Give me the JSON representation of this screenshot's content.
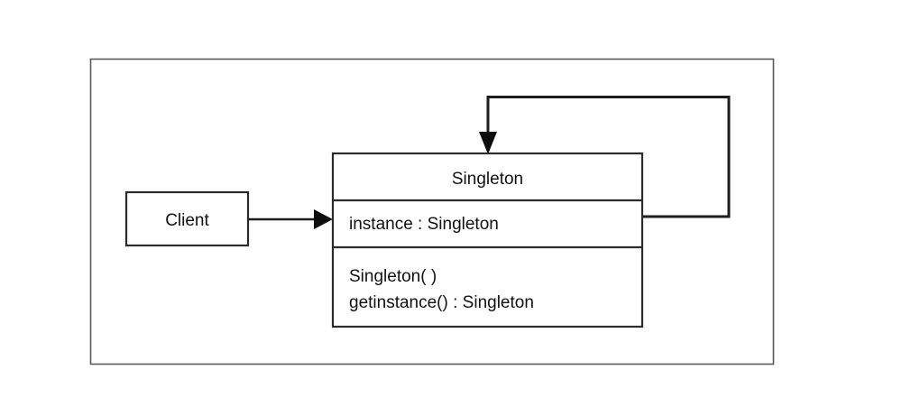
{
  "diagram": {
    "kind": "uml-class-diagram",
    "pattern_name": "Singleton",
    "background_color": "#ffffff",
    "frame": {
      "name": "diagram-frame",
      "stroke_color": "#5a5a5a"
    },
    "line_color": "#1d1d1d",
    "box_stroke_color": "#2b2b2b",
    "text_color": "#111111",
    "client_box": {
      "label": "Client"
    },
    "singleton_class": {
      "title": "Singleton",
      "attributes": [
        "instance : Singleton"
      ],
      "operations": [
        "Singleton( )",
        "getinstance() : Singleton"
      ]
    },
    "connectors": [
      {
        "name": "client-to-singleton",
        "from": "Client",
        "to": "Singleton",
        "style": "solid-open-arrow",
        "label": ""
      },
      {
        "name": "singleton-self-reference",
        "from": "Singleton",
        "to": "Singleton",
        "style": "solid-self-loop-arrow",
        "label": ""
      }
    ]
  }
}
